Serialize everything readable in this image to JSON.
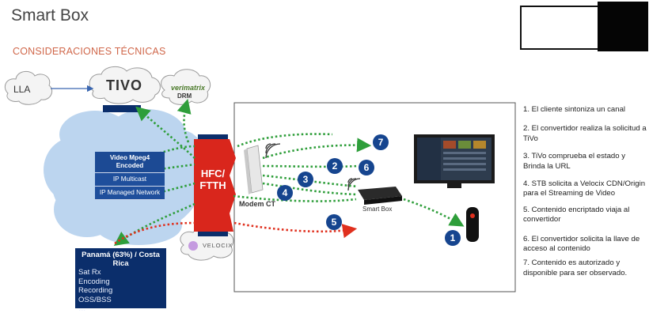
{
  "header": {
    "title": "Smart Box",
    "subtitle": "CONSIDERACIONES TÉCNICAS"
  },
  "nodes": {
    "lla": "LLA",
    "tivo": "TIVO",
    "verimatrix": "verimatrix",
    "drm": "DRM",
    "hfc": "HFC/ FTTH",
    "modem": "Modem CT",
    "smartbox": "Smart Box",
    "velocix": "VELOCIX"
  },
  "network_stack": [
    "Video Mpeg4 Encoded",
    "IP Multicast",
    "IP Managed Network"
  ],
  "panama": {
    "title": "Panamá (63%) / Costa Rica",
    "items": [
      "Sat Rx",
      "Encoding",
      "Recording",
      "OSS/BSS",
      "…"
    ]
  },
  "step_markers": [
    "1",
    "2",
    "3",
    "4",
    "5",
    "6",
    "7"
  ],
  "steps": [
    "1. El cliente sintoniza un canal",
    "2. El convertidor realiza la solicitud a TiVo",
    "3. TiVo comprueba el estado y Brinda la URL",
    "4. STB solicita a Velocix CDN/Origin para el Streaming de Video",
    "5. Contenido encriptado viaja al convertidor",
    "6. El convertidor solicita la llave de acceso al contenido",
    "7. Contenido es autorizado y disponible para ser observado."
  ],
  "colors": {
    "accent_orange": "#d0674a",
    "navy": "#0b2e6b",
    "blue": "#1f4f9c",
    "hfc_red": "#d9261c",
    "green_flow": "#2e9e3a",
    "red_flow": "#e0301e",
    "cloud": "#b9d3ee"
  }
}
